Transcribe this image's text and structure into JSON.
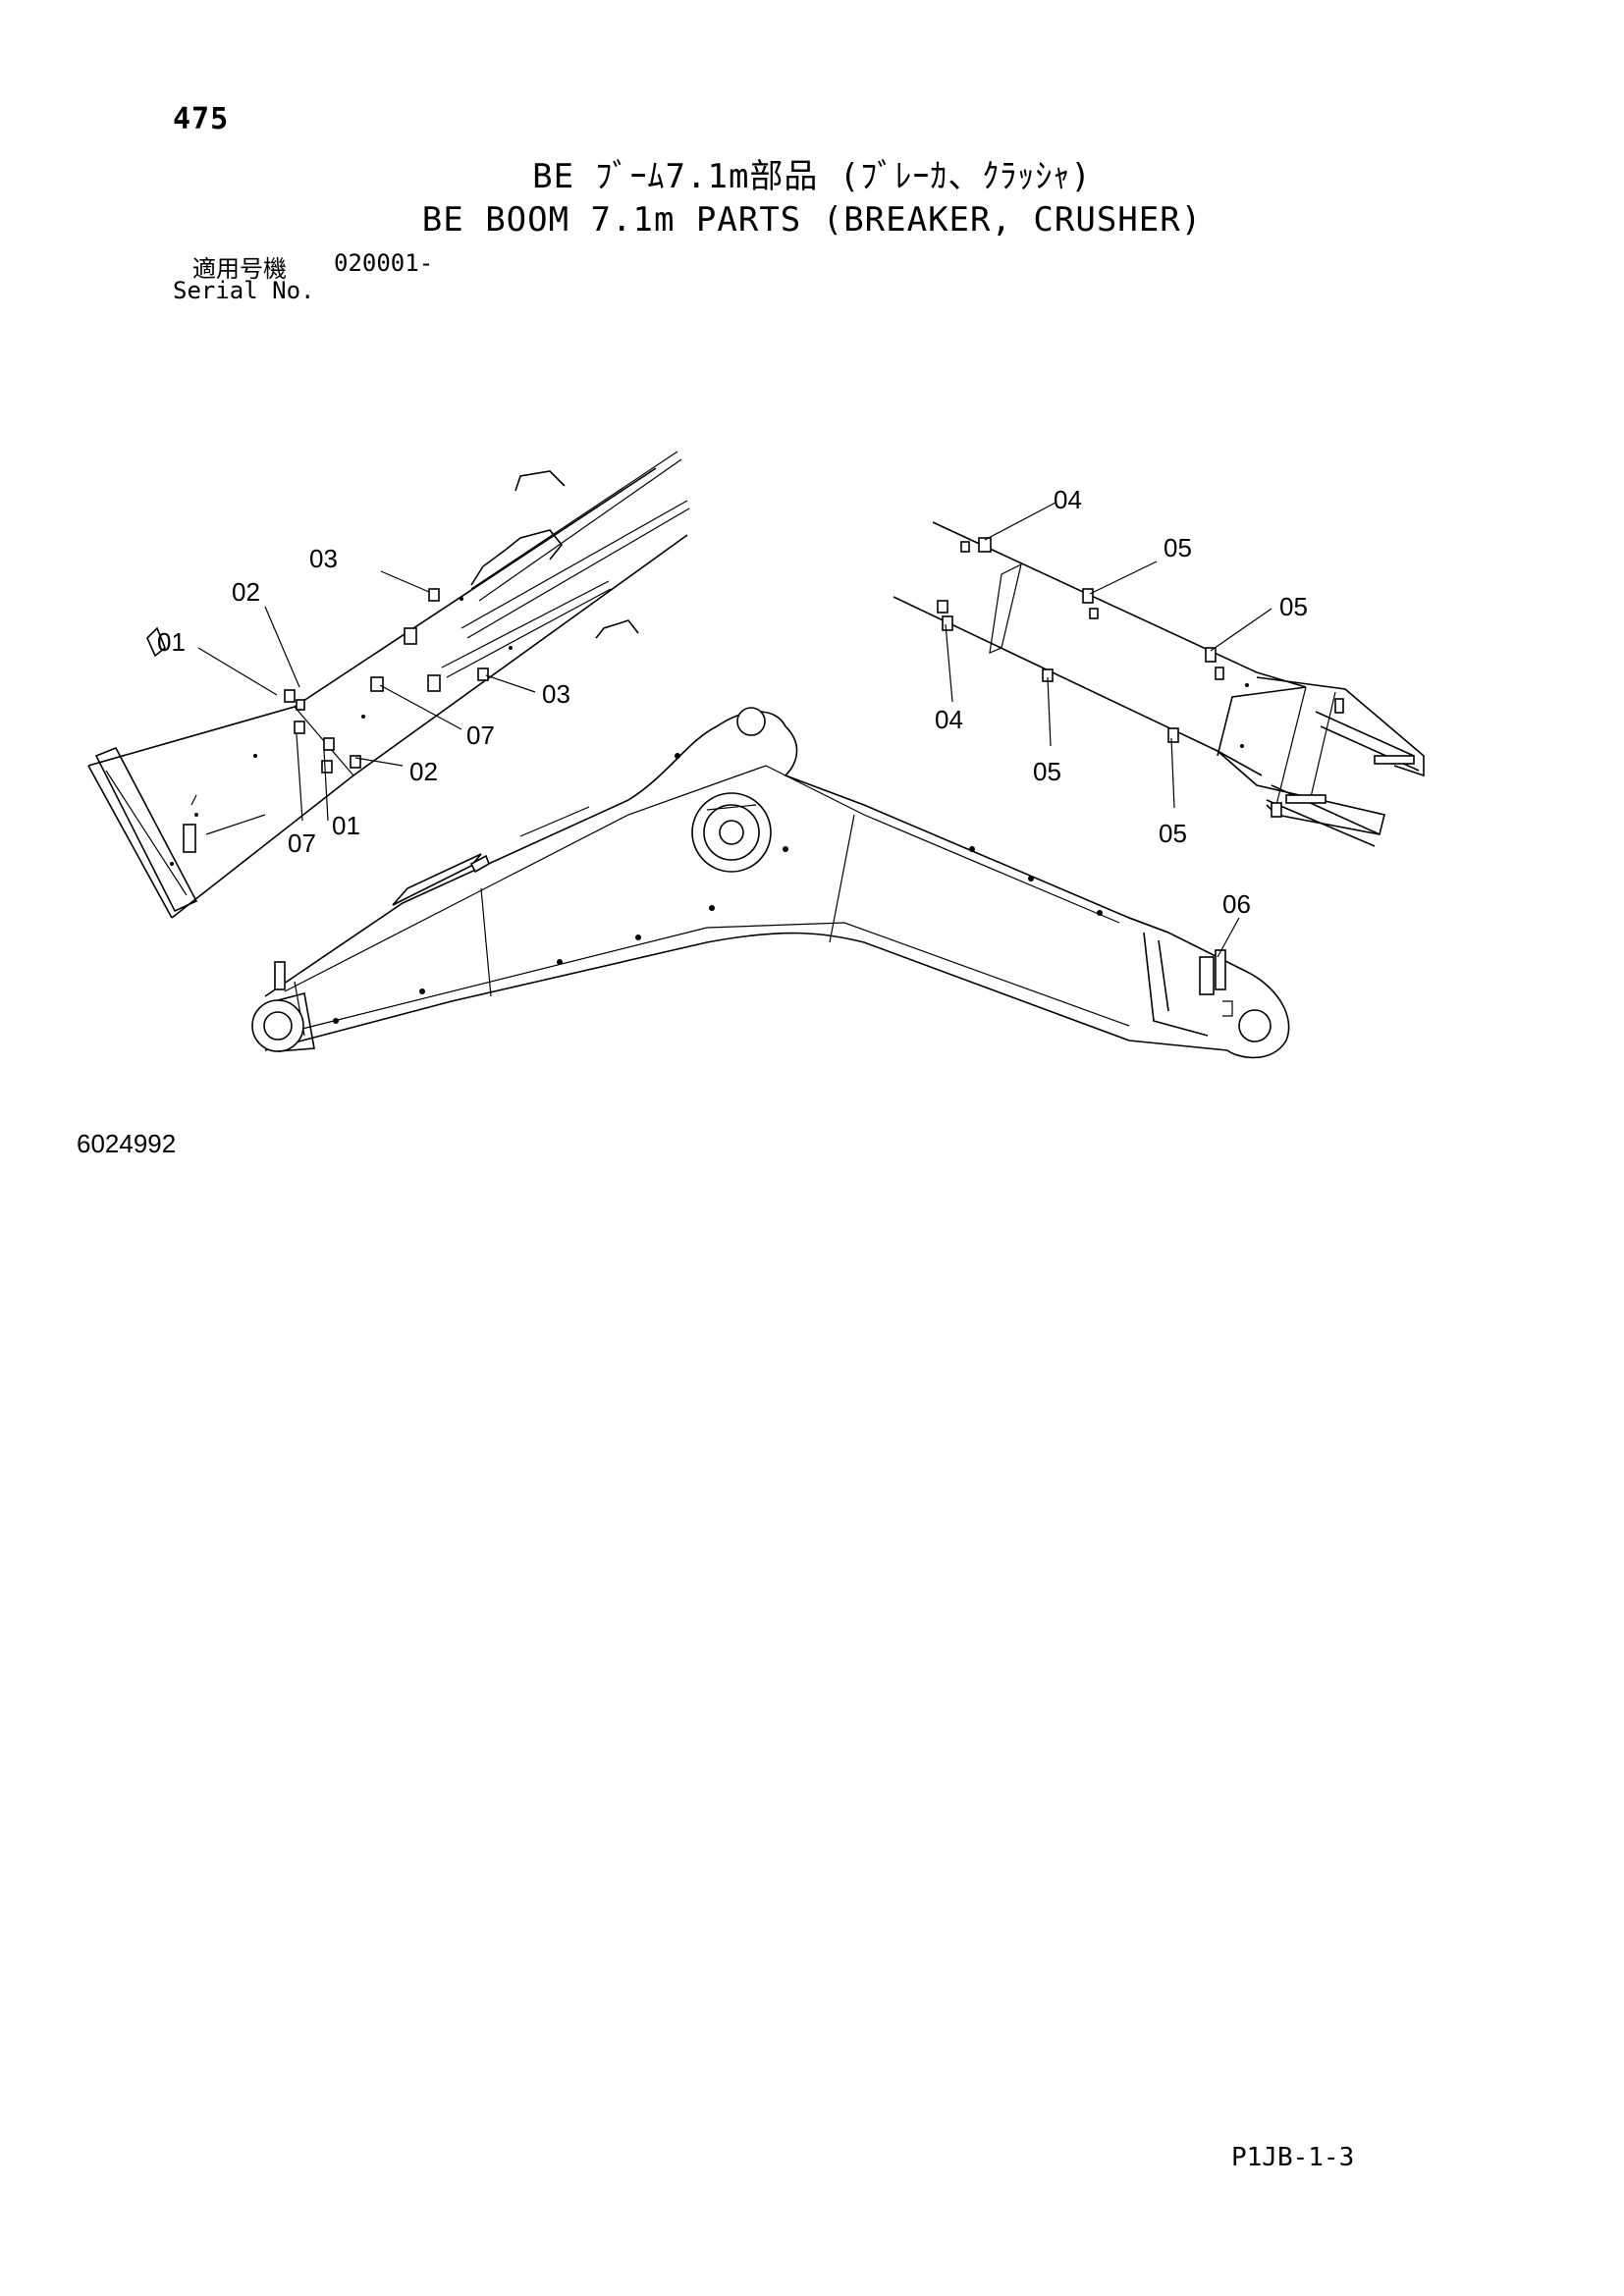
{
  "header": {
    "page_number": "475",
    "title_jp": "BE ﾌﾞｰﾑ7.1m部品 (ﾌﾞﾚｰｶ、ｸﾗｯｼｬ)",
    "title_en": "BE BOOM 7.1m PARTS (BREAKER, CRUSHER)",
    "serial_label_jp": "適用号機",
    "serial_value": "020001-",
    "serial_label_en": "Serial No."
  },
  "callouts": {
    "left_01_top": "01",
    "left_02_top": "02",
    "left_03_top": "03",
    "left_03_right": "03",
    "left_07_right": "07",
    "left_02_bottom": "02",
    "left_07_bottom": "07",
    "left_01_bottom": "01",
    "right_04_top": "04",
    "right_05_top": "05",
    "right_05_right": "05",
    "right_04_bottom": "04",
    "right_05_bottom_left": "05",
    "right_05_bottom_right": "05",
    "boom_06": "06"
  },
  "footer": {
    "drawing_number": "6024992",
    "page_code": "P1JB-1-3"
  }
}
